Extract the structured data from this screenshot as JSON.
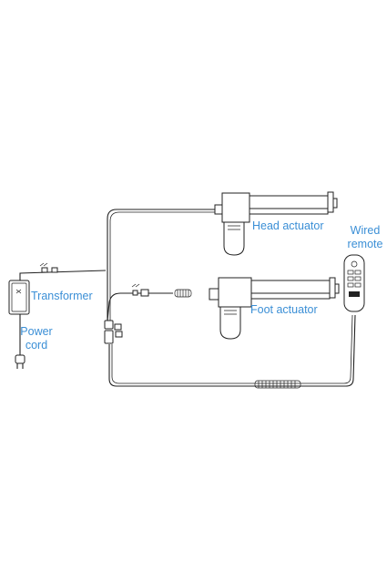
{
  "labels": {
    "head_actuator": "Head actuator",
    "foot_actuator": "Foot actuator",
    "wired_remote_line1": "Wired",
    "wired_remote_line2": "remote",
    "transformer": "Transformer",
    "power_cord_line1": "Power",
    "power_cord_line2": "cord"
  },
  "colors": {
    "label": "#3b8fd6",
    "line": "#222222",
    "background": "#ffffff"
  }
}
